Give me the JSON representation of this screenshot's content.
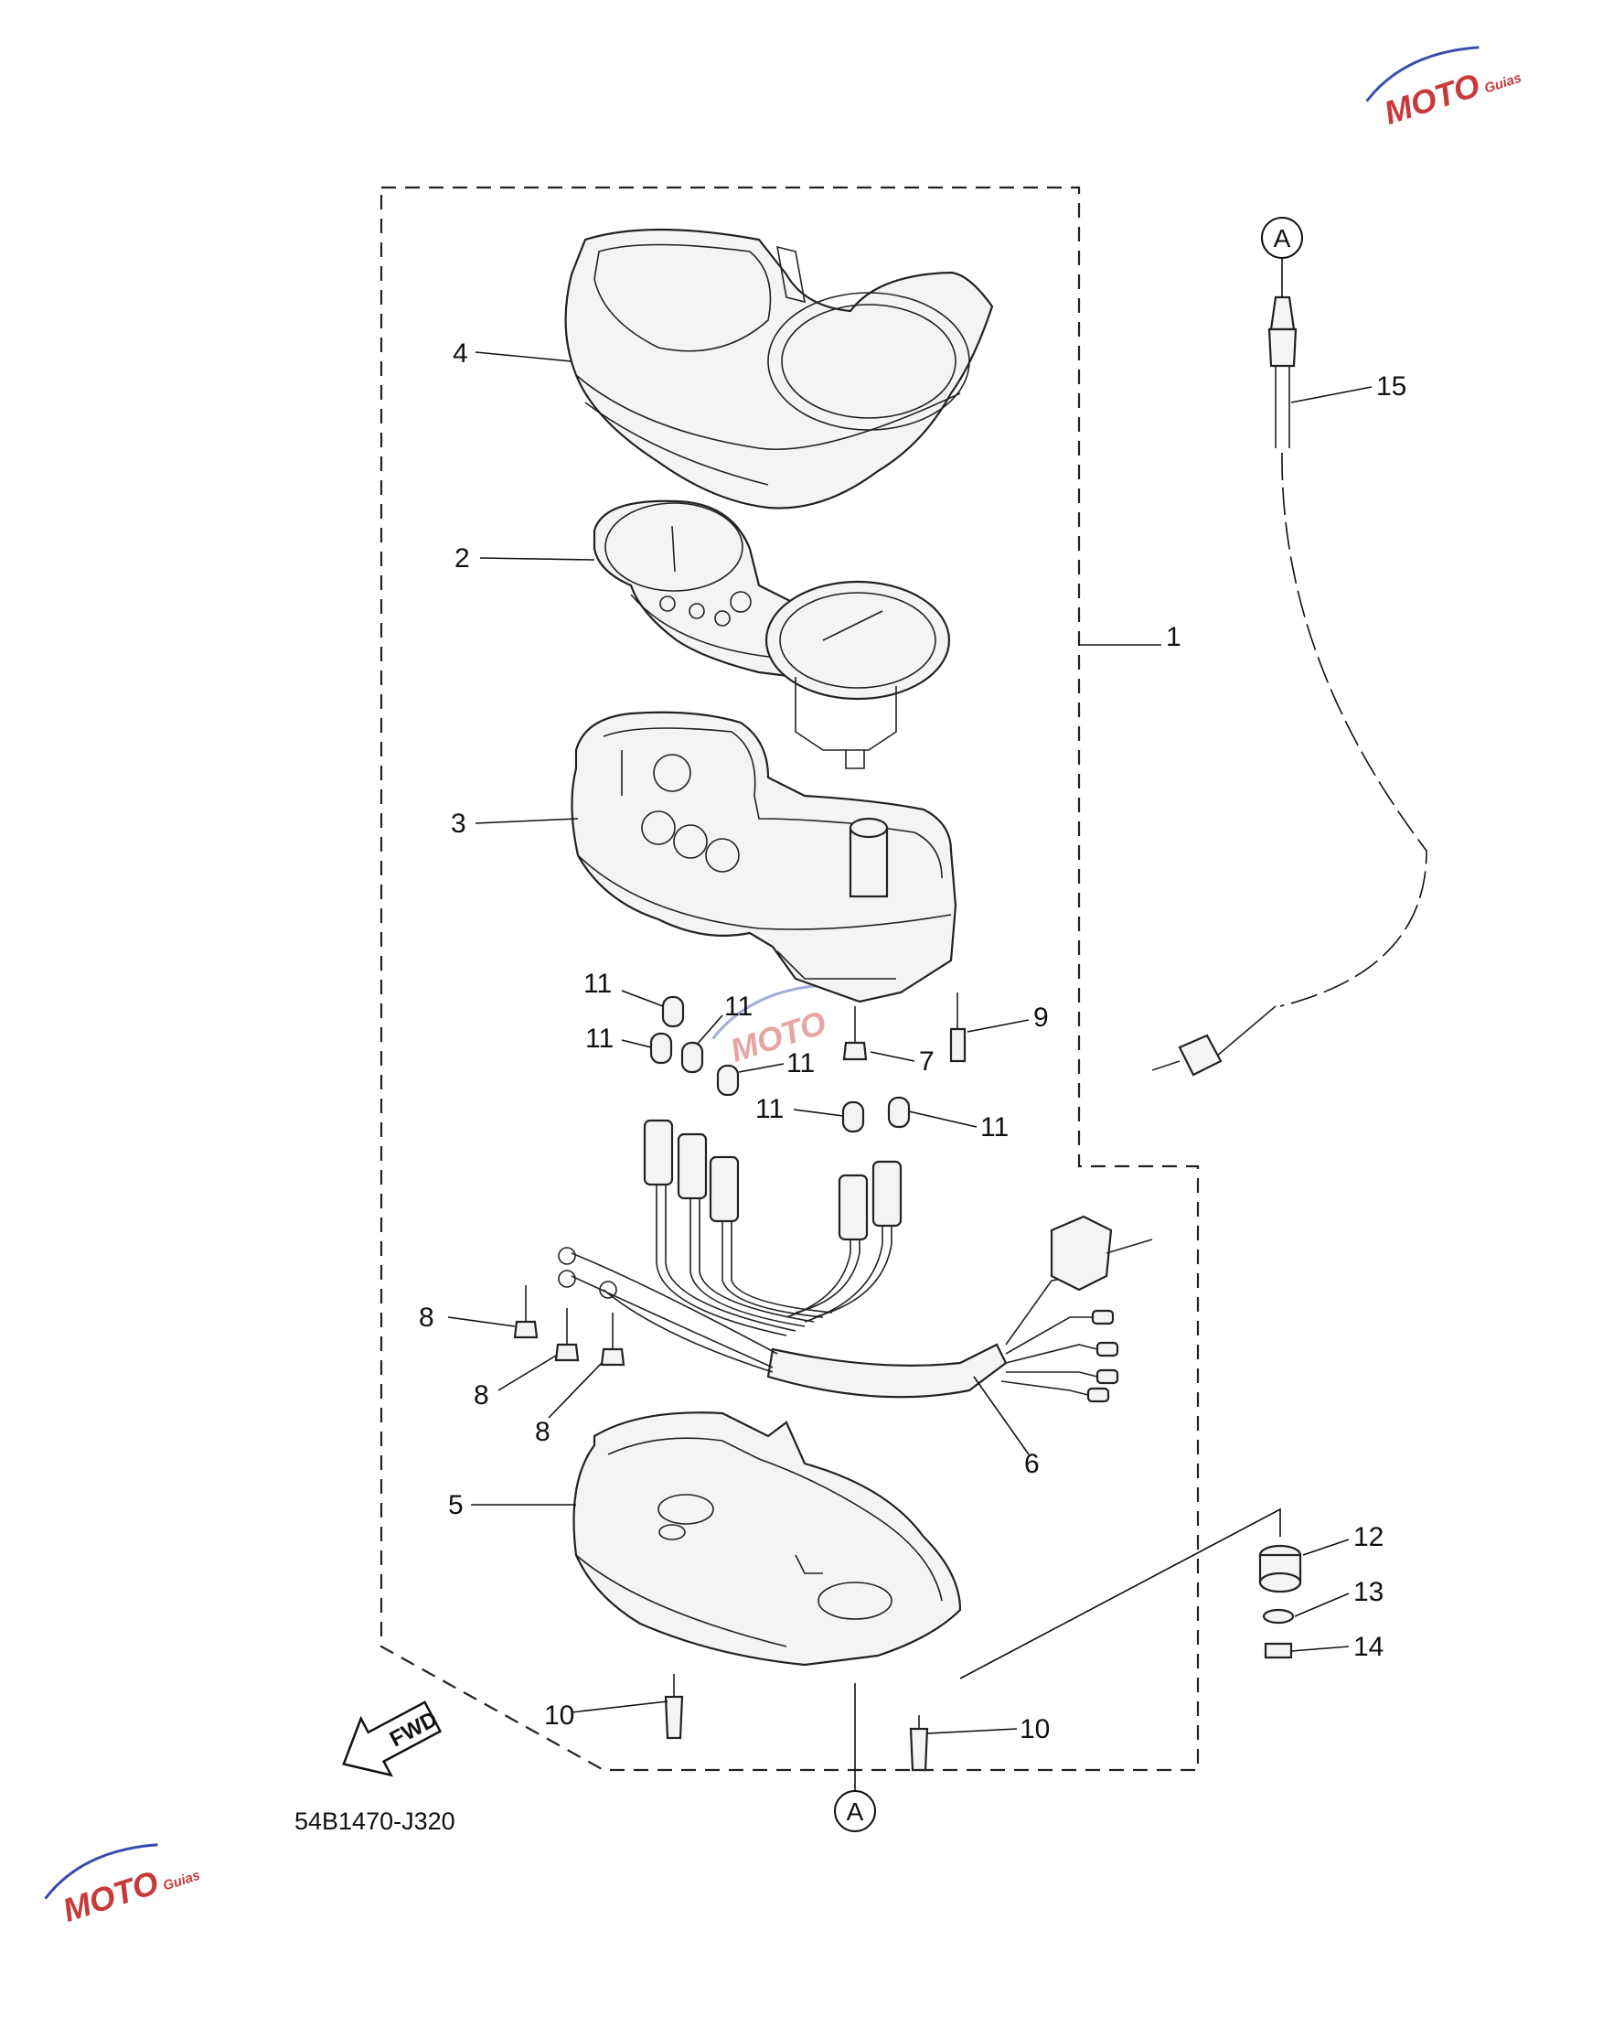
{
  "diagram": {
    "callouts": [
      {
        "id": "1",
        "text": "1"
      },
      {
        "id": "2",
        "text": "2"
      },
      {
        "id": "3",
        "text": "3"
      },
      {
        "id": "4",
        "text": "4"
      },
      {
        "id": "5",
        "text": "5"
      },
      {
        "id": "6",
        "text": "6"
      },
      {
        "id": "7",
        "text": "7"
      },
      {
        "id": "8a",
        "text": "8"
      },
      {
        "id": "8b",
        "text": "8"
      },
      {
        "id": "8c",
        "text": "8"
      },
      {
        "id": "9",
        "text": "9"
      },
      {
        "id": "10a",
        "text": "10"
      },
      {
        "id": "10b",
        "text": "10"
      },
      {
        "id": "11a",
        "text": "11"
      },
      {
        "id": "11b",
        "text": "11"
      },
      {
        "id": "11c",
        "text": "11"
      },
      {
        "id": "11d",
        "text": "11"
      },
      {
        "id": "11e",
        "text": "11"
      },
      {
        "id": "11f",
        "text": "11"
      },
      {
        "id": "12",
        "text": "12"
      },
      {
        "id": "13",
        "text": "13"
      },
      {
        "id": "14",
        "text": "14"
      },
      {
        "id": "15",
        "text": "15"
      }
    ],
    "reference_marks": [
      {
        "id": "ref-top",
        "text": "A"
      },
      {
        "id": "ref-bottom",
        "text": "A"
      }
    ],
    "fwd_label": "FWD",
    "drawing_code": "54B1470-J320",
    "watermark": {
      "brand": "MOTO",
      "suffix": "Guias",
      "accent_color": "#c83a3a",
      "secondary_color": "#3a4bb0"
    }
  }
}
